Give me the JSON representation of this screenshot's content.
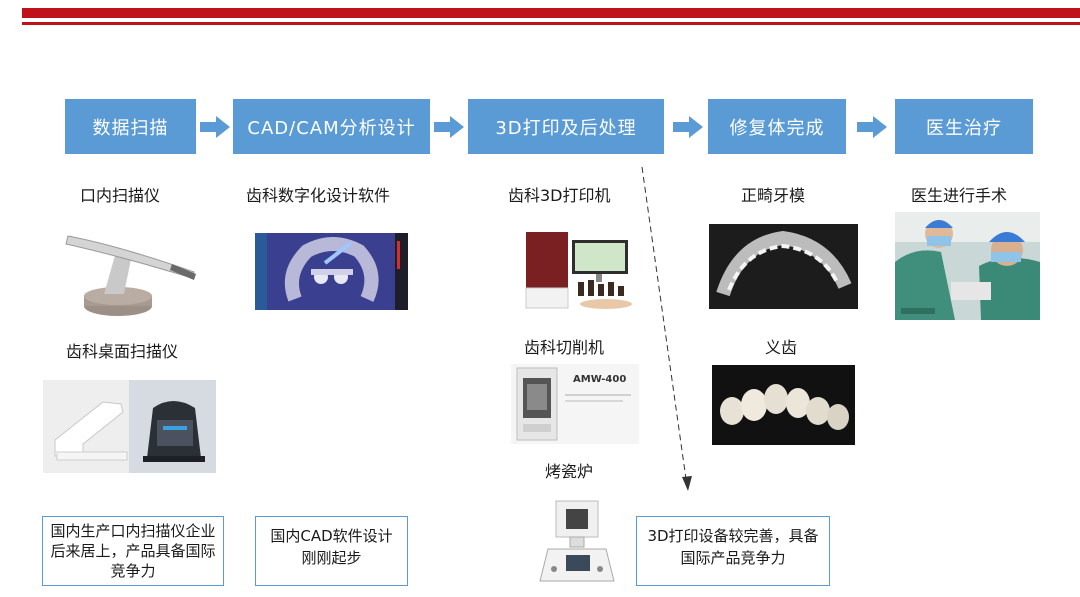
{
  "header": {
    "color": "#c0121c"
  },
  "flow": {
    "accent": "#5b9bd5",
    "steps": [
      {
        "label": "数据扫描"
      },
      {
        "label": "CAD/CAM分析设计"
      },
      {
        "label": "3D打印及后处理"
      },
      {
        "label": "修复体完成"
      },
      {
        "label": "医生治疗"
      }
    ]
  },
  "columns": {
    "scan": {
      "label1": "口内扫描仪",
      "label2": "齿科桌面扫描仪",
      "note": "国内生产口内扫描仪企业后来居上，产品具备国际竞争力"
    },
    "cad": {
      "label1": "齿科数字化设计软件",
      "note": "国内CAD软件设计刚刚起步"
    },
    "print": {
      "label1": "齿科3D打印机",
      "label2": "齿科切削机",
      "label3": "烤瓷炉",
      "milling_text": "AMW-400",
      "note": "3D打印设备较完善，具备国际产品竞争力"
    },
    "done": {
      "label1": "正畸牙模",
      "label2": "义齿"
    },
    "treat": {
      "label1": "医生进行手术"
    }
  }
}
